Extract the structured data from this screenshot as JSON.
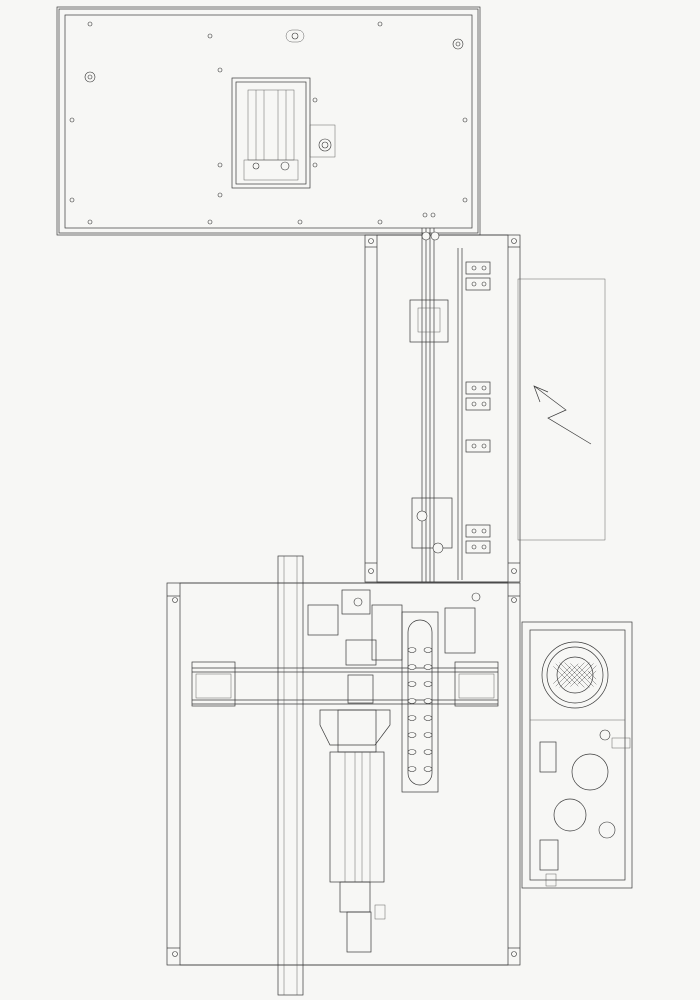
{
  "drawing": {
    "background": "#f7f7f5",
    "line_color": "#3a3a3a",
    "components": [
      "control-cabinet-panel",
      "upper-feed-plate",
      "electrical-box",
      "main-base-plate",
      "vertical-rail",
      "chain-conveyor",
      "lift-cylinder",
      "motor-unit"
    ]
  }
}
